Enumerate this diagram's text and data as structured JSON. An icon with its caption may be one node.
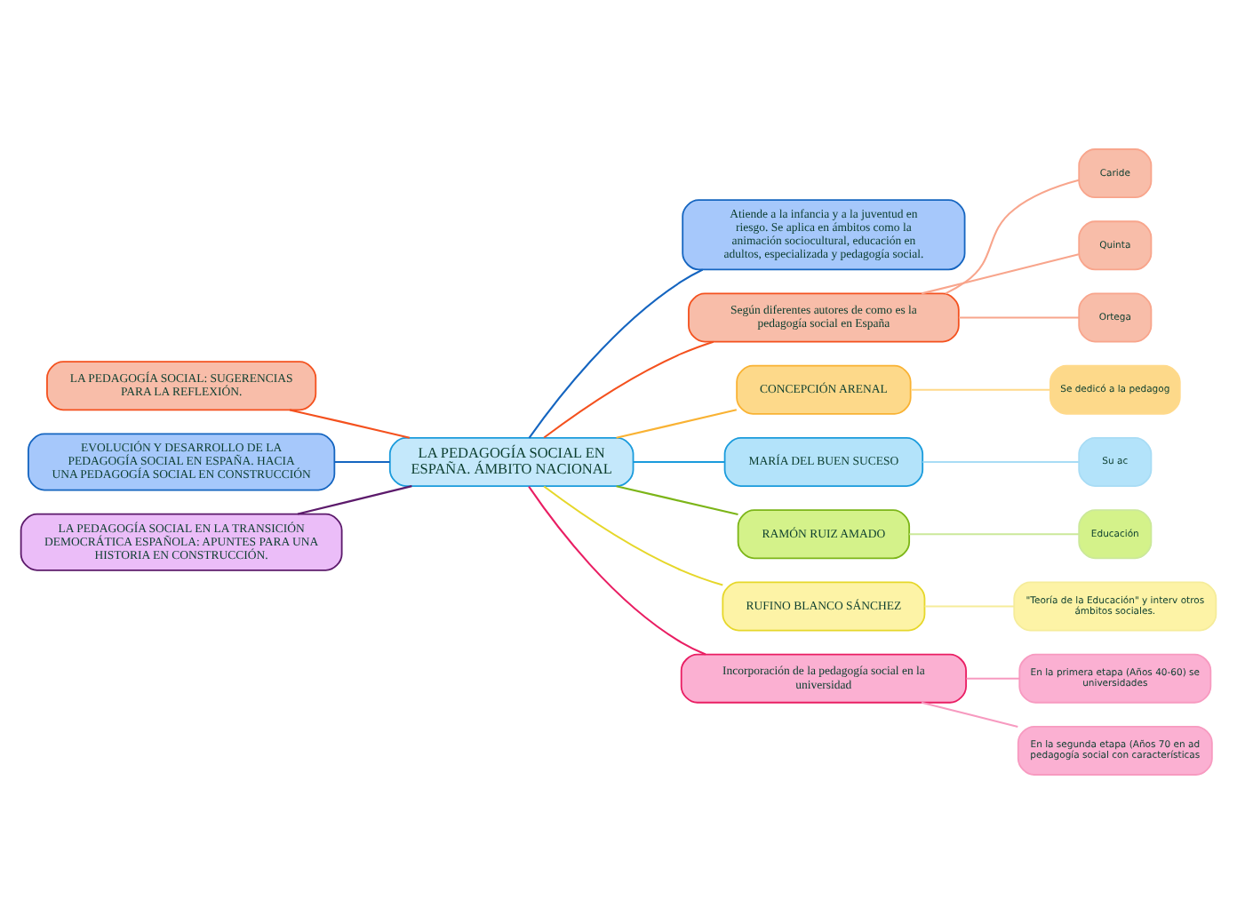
{
  "diagram": {
    "nodes": [
      {
        "text": [
          "LA PEDAGOGÍA SOCIAL EN ESPAÑA. ÁMBITO NACIONAL"
        ]
      },
      {
        "text": [
          "Atiende a la infancia y a la juventud en riesgo. Se aplica en ámbitos como la animación sociocultural, educación en adultos, especializada y pedagogía social."
        ]
      },
      {
        "text": [
          "Según diferentes autores de como es la pedagogía social en España"
        ]
      },
      {
        "text": [
          "Caride"
        ]
      },
      {
        "text": [
          "Quinta"
        ]
      },
      {
        "text": [
          "Ortega"
        ]
      },
      {
        "text": [
          "CONCEPCIÓN ARENAL"
        ]
      },
      {
        "text": [
          "Se dedicó a la pedagog"
        ]
      },
      {
        "text": [
          "MARÍA DEL BUEN SUCESO"
        ]
      },
      {
        "text": [
          "Su ac"
        ]
      },
      {
        "text": [
          "RAMÓN RUIZ AMADO"
        ]
      },
      {
        "text": [
          "Educación"
        ]
      },
      {
        "text": [
          "RUFINO BLANCO SÁNCHEZ"
        ]
      },
      {
        "text": [
          "\"Teoría de la Educación\" y interv otros ámbitos sociales."
        ]
      },
      {
        "text": [
          "Incorporación de la pedagogía social en la universidad"
        ]
      },
      {
        "text": [
          "En la primera etapa (Años 40-60) se universidades"
        ]
      },
      {
        "text": [
          "En la segunda etapa (Años 70 en ad pedagogía social con características"
        ]
      },
      {
        "text": [
          "LA PEDAGOGÍA SOCIAL: SUGERENCIAS PARA LA REFLEXIÓN."
        ]
      },
      {
        "text": [
          "EVOLUCIÓN Y DESARROLLO DE LA PEDAGOGÍA SOCIAL EN ESPAÑA. HACIA UNA PEDAGOGÍA SOCIAL EN CONSTRUCCIÓN"
        ]
      },
      {
        "text": [
          "LA PEDAGOGÍA SOCIAL EN LA TRANSICIÓN DEMOCRÁTICA ESPAÑOLA: APUNTES PARA UNA HISTORIA EN CONSTRUCCIÓN."
        ]
      }
    ],
    "edges": [
      {
        "from": 0,
        "to": 1,
        "arrow": "none",
        "color": "#1565c0"
      },
      {
        "from": 0,
        "to": 2,
        "arrow": "none",
        "color": "#f4511e"
      },
      {
        "from": 2,
        "to": 3,
        "arrow": "none",
        "color": "#f8a58c"
      },
      {
        "from": 2,
        "to": 4,
        "arrow": "none",
        "color": "#f8a58c"
      },
      {
        "from": 2,
        "to": 5,
        "arrow": "none",
        "color": "#f8a58c"
      },
      {
        "from": 0,
        "to": 6,
        "arrow": "none",
        "color": "#f9b233"
      },
      {
        "from": 6,
        "to": 7,
        "arrow": "none",
        "color": "#ffd98a"
      },
      {
        "from": 0,
        "to": 8,
        "arrow": "none",
        "color": "#1a9bdc"
      },
      {
        "from": 8,
        "to": 9,
        "arrow": "none",
        "color": "#a8dcf5"
      },
      {
        "from": 0,
        "to": 10,
        "arrow": "none",
        "color": "#7cb518"
      },
      {
        "from": 10,
        "to": 11,
        "arrow": "none",
        "color": "#cbe89a"
      },
      {
        "from": 0,
        "to": 12,
        "arrow": "none",
        "color": "#e6d72a"
      },
      {
        "from": 12,
        "to": 13,
        "arrow": "none",
        "color": "#f5ec9a"
      },
      {
        "from": 0,
        "to": 14,
        "arrow": "none",
        "color": "#e91e63"
      },
      {
        "from": 14,
        "to": 15,
        "arrow": "none",
        "color": "#f79ac0"
      },
      {
        "from": 14,
        "to": 16,
        "arrow": "none",
        "color": "#f79ac0"
      },
      {
        "from": 0,
        "to": 17,
        "arrow": "none",
        "color": "#f4511e"
      },
      {
        "from": 0,
        "to": 18,
        "arrow": "none",
        "color": "#1565c0"
      },
      {
        "from": 0,
        "to": 19,
        "arrow": "none",
        "color": "#5c1a6b"
      }
    ]
  }
}
